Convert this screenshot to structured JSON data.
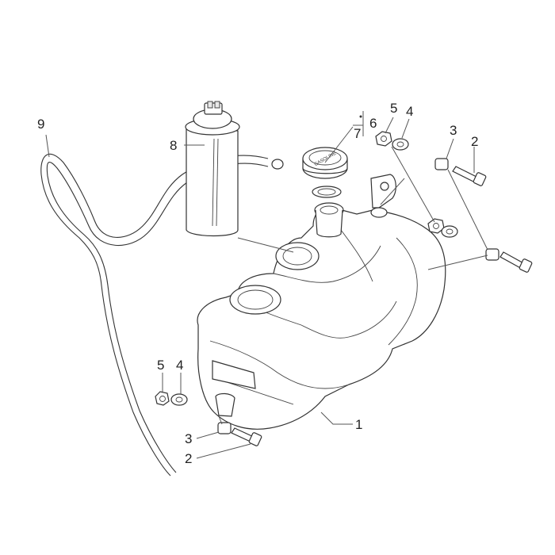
{
  "diagram": {
    "callouts": [
      {
        "id": "c9",
        "text": "9"
      },
      {
        "id": "c8",
        "text": "8"
      },
      {
        "id": "c6",
        "text": "6"
      },
      {
        "id": "c7",
        "text": "7"
      },
      {
        "id": "c5t",
        "text": "5"
      },
      {
        "id": "c4t",
        "text": "4"
      },
      {
        "id": "c3t",
        "text": "3"
      },
      {
        "id": "c2t",
        "text": "2"
      },
      {
        "id": "c1",
        "text": "1"
      },
      {
        "id": "c5b",
        "text": "5"
      },
      {
        "id": "c4b",
        "text": "4"
      },
      {
        "id": "c3b",
        "text": "3"
      },
      {
        "id": "c2b",
        "text": "2"
      }
    ],
    "cap_label": "GASOLINE"
  }
}
